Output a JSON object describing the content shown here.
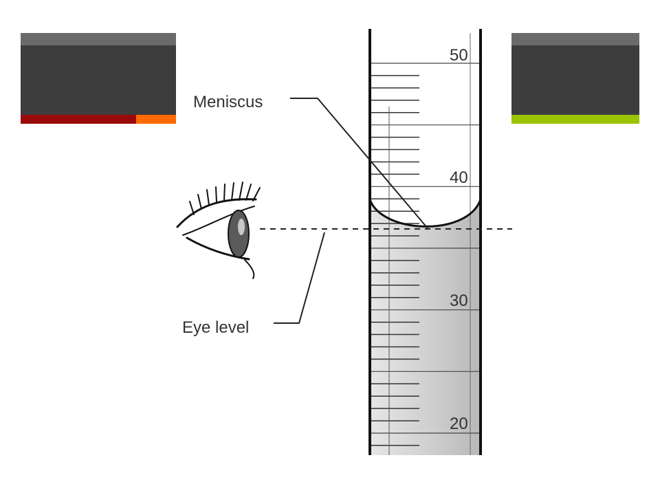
{
  "labels": {
    "meniscus": "Meniscus",
    "eye_level": "Eye level"
  },
  "scale_numbers": [
    "50",
    "40",
    "30",
    "20"
  ],
  "colors": {
    "panel_top": "#6a6a6a",
    "panel_body": "#3d3d3d",
    "accent_left_dark": "#9b0a0a",
    "accent_left_orange": "#ff6a00",
    "accent_right_green": "#9ac400",
    "liquid": "#c8c8c8",
    "ink": "#222222"
  },
  "icons": [
    "eye-icon"
  ]
}
